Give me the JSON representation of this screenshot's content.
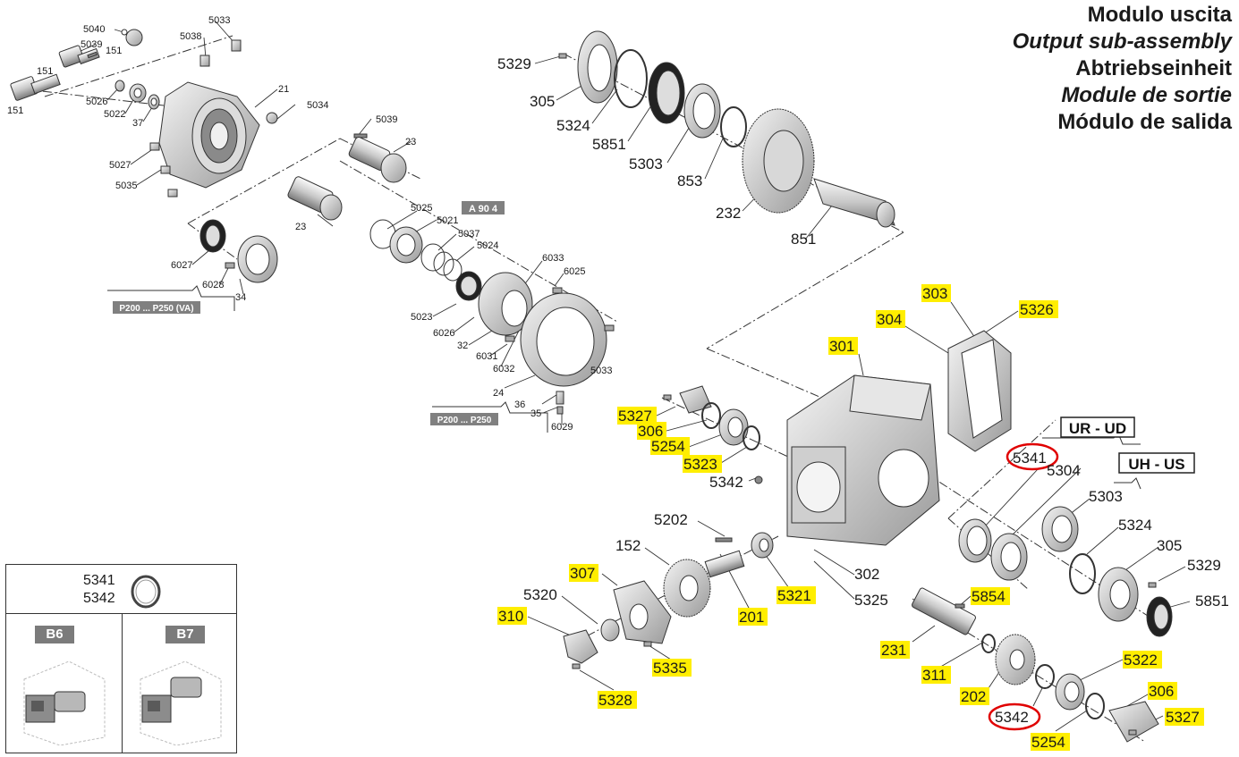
{
  "titles": {
    "it": "Modulo uscita",
    "en": "Output sub-assembly",
    "de": "Abtriebseinheit",
    "fr": "Module de sortie",
    "es": "Módulo de salida"
  },
  "tags": {
    "a904": "A 90 4",
    "p200_va": "P200 ... P250 (VA)",
    "p200": "P200 ... P250",
    "ur_ud": "UR - UD",
    "uh_us": "UH - US"
  },
  "inset": {
    "code1": "5341",
    "code2": "5342",
    "b6": "B6",
    "b7": "B7"
  },
  "colors": {
    "highlight": "#ffee00",
    "circle": "#e00000",
    "line": "#333333"
  },
  "labels": {
    "p5040": "5040",
    "p5039a": "5039",
    "p151a": "151",
    "p151b": "151",
    "p151c": "151",
    "p5033a": "5033",
    "p5038": "5038",
    "p21": "21",
    "p5034": "5034",
    "p5026": "5026",
    "p5022": "5022",
    "p37": "37",
    "p5027": "5027",
    "p5035": "5035",
    "p5039b": "5039",
    "p23a": "23",
    "p23b": "23",
    "p5025": "5025",
    "p5021": "5021",
    "p5037": "5037",
    "p5024": "5024",
    "p6027": "6027",
    "p6028": "6028",
    "p34": "34",
    "p6033": "6033",
    "p6025": "6025",
    "p5023": "5023",
    "p6026": "6026",
    "p32": "32",
    "p6031": "6031",
    "p6032": "6032",
    "p5033b": "5033",
    "p24": "24",
    "p36": "36",
    "p35": "35",
    "p6029": "6029",
    "p5329a": "5329",
    "p305a": "305",
    "p5324a": "5324",
    "p5851a": "5851",
    "p5303a": "5303",
    "p853": "853",
    "p232": "232",
    "p851": "851",
    "p303": "303",
    "p5326": "5326",
    "p304": "304",
    "p301": "301",
    "p5327a": "5327",
    "p306a": "306",
    "p5254a": "5254",
    "p5323": "5323",
    "p5342a": "5342",
    "p5341": "5341",
    "p5304": "5304",
    "p5303b": "5303",
    "p5324b": "5324",
    "p305b": "305",
    "p5329b": "5329",
    "p5851b": "5851",
    "p5202": "5202",
    "p152": "152",
    "p307": "307",
    "p5320": "5320",
    "p310": "310",
    "p201": "201",
    "p5321": "5321",
    "p302": "302",
    "p5325": "5325",
    "p5335": "5335",
    "p5328": "5328",
    "p5854": "5854",
    "p231": "231",
    "p311": "311",
    "p202": "202",
    "p5322": "5322",
    "p306b": "306",
    "p5342b": "5342",
    "p5327b": "5327",
    "p5254b": "5254"
  }
}
